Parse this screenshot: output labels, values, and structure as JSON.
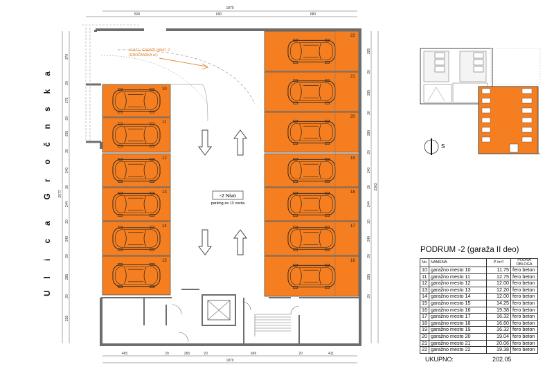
{
  "street_name": "Ulica Grocnska",
  "street_letters": [
    "U",
    "l",
    "i",
    "c",
    "a",
    "G",
    "r",
    "o",
    "č",
    "n",
    "s",
    "k",
    "a"
  ],
  "entry_note": {
    "line1": "ULAZ U GARAŽU NIVO -2",
    "line2": "(GROČANSKA ul.)"
  },
  "level_label": "-2 Nivo",
  "level_sub": "parking za 13 vozila",
  "spaces_left": [
    "10",
    "11",
    "12",
    "13",
    "14",
    "15"
  ],
  "spaces_right": [
    "22",
    "21",
    "20",
    "19",
    "18",
    "17",
    "16"
  ],
  "dims_top": [
    "1870",
    "500",
    "690",
    "680"
  ],
  "dims_bottom": [
    "465",
    "20",
    "265",
    "20",
    "669",
    "20",
    "411",
    "1870"
  ],
  "dims_left": [
    "370",
    "20",
    "275",
    "20",
    "255",
    "20",
    "240",
    "20",
    "244",
    "20",
    "240",
    "20",
    "285",
    "20",
    "328",
    "2077"
  ],
  "dims_right": [
    "285",
    "20",
    "285",
    "20",
    "280",
    "20",
    "240",
    "20",
    "244",
    "20",
    "240",
    "20",
    "285",
    "20",
    "2363"
  ],
  "table": {
    "title": "PODRUM -2 (garaža II deo)",
    "headers": {
      "no": "No",
      "name": "NAMENA",
      "area": "P /m²/",
      "floor": "PODNA OBLOGA"
    },
    "rows": [
      {
        "no": "10",
        "name": "garažno mesto 10",
        "area": "11.75",
        "floor": "fero beton"
      },
      {
        "no": "11",
        "name": "garažno mesto 11",
        "area": "12.75",
        "floor": "fero beton"
      },
      {
        "no": "12",
        "name": "garažno mesto 12",
        "area": "12.00",
        "floor": "fero beton"
      },
      {
        "no": "13",
        "name": "garažno mesto 13",
        "area": "12.20",
        "floor": "fero beton"
      },
      {
        "no": "14",
        "name": "garažno mesto 14",
        "area": "12.00",
        "floor": "fero beton"
      },
      {
        "no": "15",
        "name": "garažno mesto 15",
        "area": "14.25",
        "floor": "fero beton"
      },
      {
        "no": "16",
        "name": "garažno mesto 16",
        "area": "19.38",
        "floor": "fero beton"
      },
      {
        "no": "17",
        "name": "garažno mesto 17",
        "area": "16.32",
        "floor": "fero beton"
      },
      {
        "no": "18",
        "name": "garažno mesto 18",
        "area": "16.60",
        "floor": "fero beton"
      },
      {
        "no": "19",
        "name": "garažno mesto 19",
        "area": "16.32",
        "floor": "fero beton"
      },
      {
        "no": "20",
        "name": "garažno mesto 20",
        "area": "19.04",
        "floor": "fero beton"
      },
      {
        "no": "21",
        "name": "garažno mesto 21",
        "area": "20.06",
        "floor": "fero beton"
      },
      {
        "no": "22",
        "name": "garažno mesto 22",
        "area": "19.38",
        "floor": "fero beton"
      }
    ],
    "total_label": "UKUPNO:",
    "total_value": "202.05"
  },
  "north_label": "S",
  "colors": {
    "parking": "#f57f20",
    "wall": "#7a7a7a",
    "line": "#444444"
  }
}
